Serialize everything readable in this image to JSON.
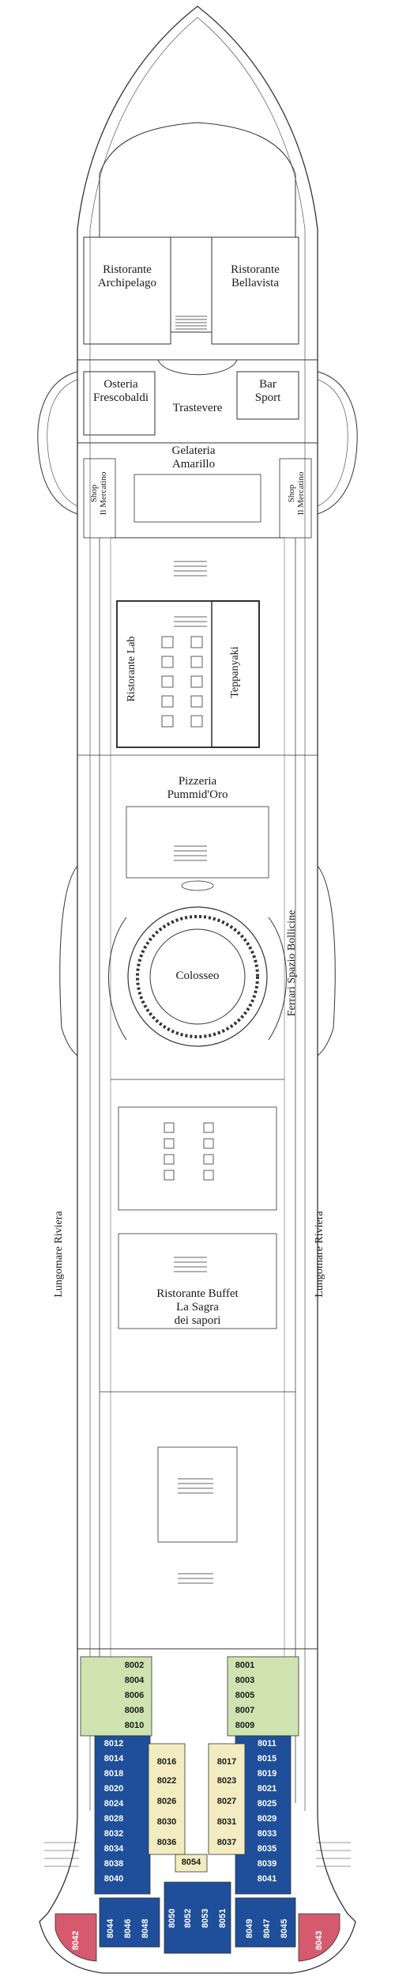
{
  "colors": {
    "blue": "#1f4f9a",
    "green": "#cfe3b0",
    "cream": "#f3ecc0",
    "pink": "#d65a6e",
    "outline": "#333333"
  },
  "venues": {
    "archipelago": "Ristorante\nArchipelago",
    "bellavista": "Ristorante\nBellavista",
    "frescobaldi": "Osteria\nFrescobaldi",
    "barsport": "Bar\nSport",
    "trastevere": "Trastevere",
    "gelateria": "Gelateria\nAmarillo",
    "shop_left": "Shop\nIl Mercatino",
    "shop_right": "Shop\nIl Mercatino",
    "lab": "Ristorante Lab",
    "teppanyaki": "Teppanyaki",
    "pizzeria": "Pizzeria\nPummid'Oro",
    "colosseo": "Colosseo",
    "ferrari": "Ferrari Spazio Bollicine",
    "lungomare_left": "Lungomare Riviera",
    "lungomare_right": "Lungomare Riviera",
    "buffet": "Ristorante Buffet\nLa Sagra\ndei sapori"
  },
  "cabins": {
    "green_left": [
      "8002",
      "8004",
      "8006",
      "8008",
      "8010"
    ],
    "green_right": [
      "8001",
      "8003",
      "8005",
      "8007",
      "8009"
    ],
    "blue_left": [
      "8012",
      "8014",
      "8018",
      "8020",
      "8024",
      "8028",
      "8032",
      "8034",
      "8038",
      "8040"
    ],
    "blue_right": [
      "8011",
      "8015",
      "8019",
      "8021",
      "8025",
      "8029",
      "8033",
      "8035",
      "8039",
      "8041"
    ],
    "cream_left": [
      "8016",
      "8022",
      "8026",
      "8030",
      "8036"
    ],
    "cream_right": [
      "8017",
      "8023",
      "8027",
      "8031",
      "8037"
    ],
    "cream_bottom": "8054",
    "center": [
      "8050",
      "8052",
      "8053",
      "8051"
    ],
    "stern_left": [
      "8044",
      "8046",
      "8048"
    ],
    "stern_right": [
      "8049",
      "8047",
      "8045"
    ],
    "pink_left": "8042",
    "pink_right": "8043"
  }
}
